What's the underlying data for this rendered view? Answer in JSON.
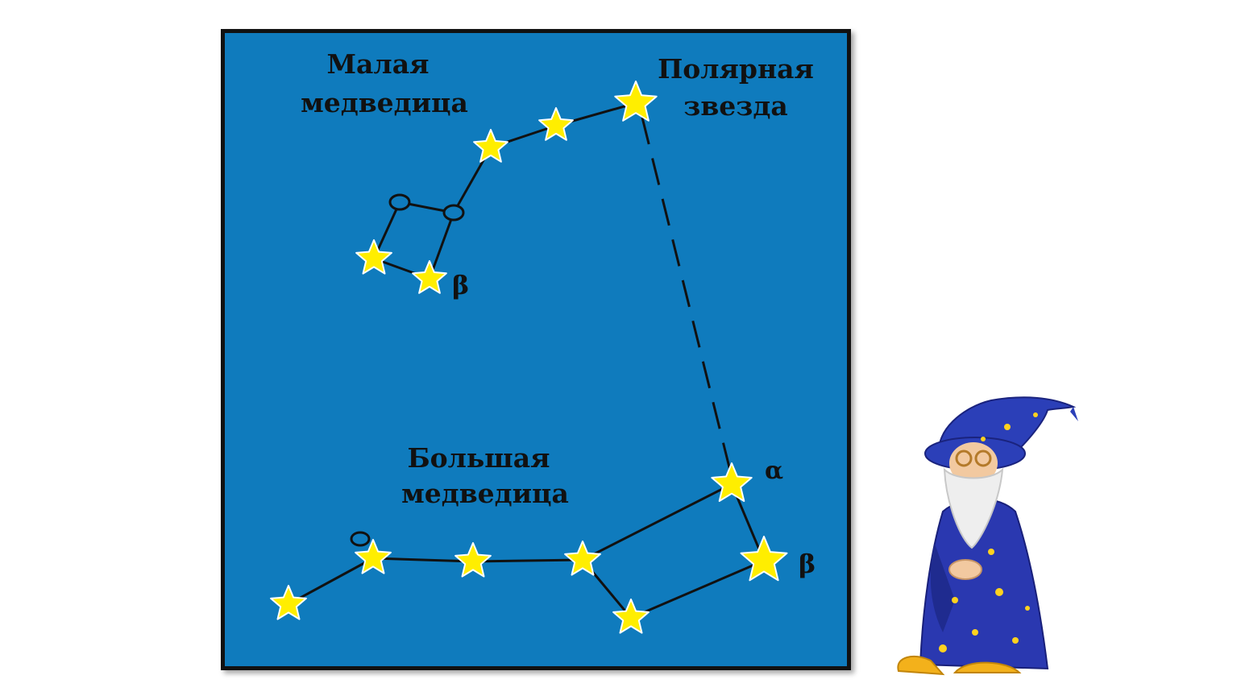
{
  "colors": {
    "sky": "#0f7bbd",
    "star_fill": "#ffee00",
    "star_stroke": "#ffffff",
    "line": "#111111",
    "text": "#111111"
  },
  "labels": {
    "little_dipper": [
      "Малая",
      "медведица"
    ],
    "polaris": [
      "Полярная",
      "звезда"
    ],
    "big_dipper": [
      "Большая",
      "медведица"
    ],
    "beta_little": "β",
    "alpha_big": "α",
    "beta_big": "β"
  },
  "icons": {
    "star": "star-icon",
    "faint_star": "circle-icon",
    "wizard": "wizard-icon"
  }
}
